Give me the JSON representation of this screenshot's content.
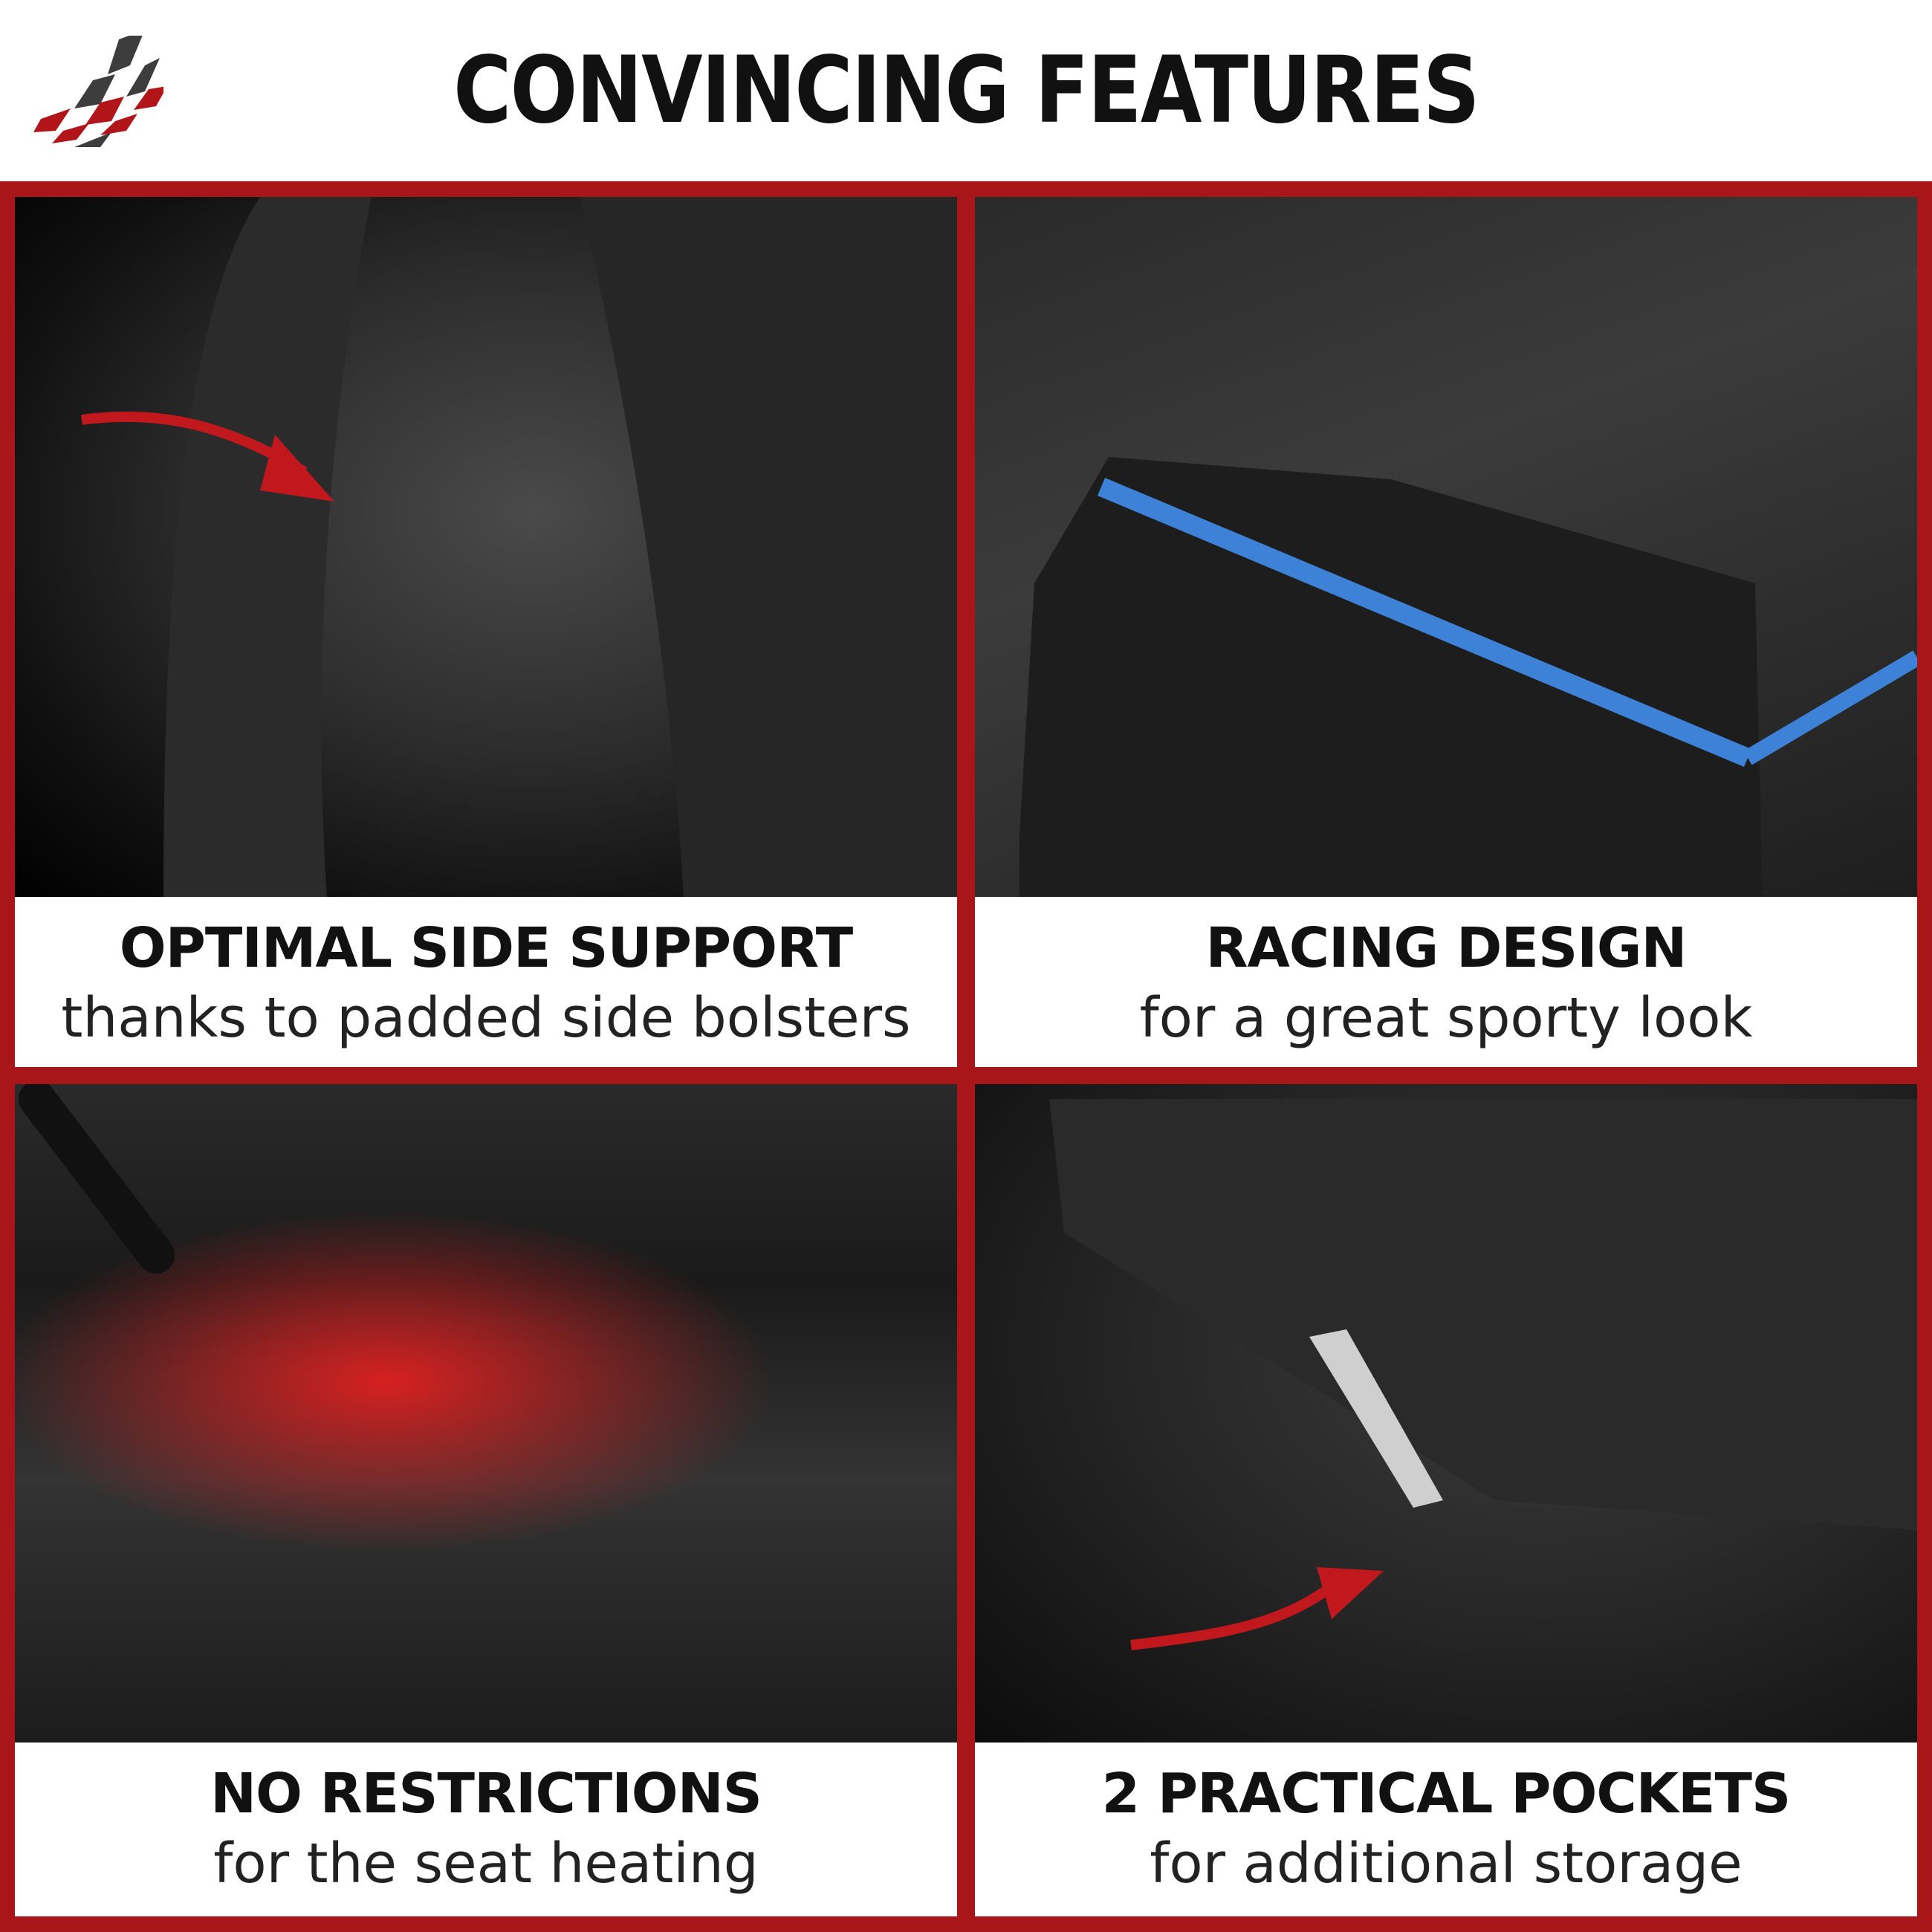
{
  "header": {
    "title": "CONVINCING FEATURES",
    "logo": "checkered-flag-logo"
  },
  "colors": {
    "frame": "#a8161a",
    "accent_blue": "#3d82d6",
    "heat_red": "#d42020"
  },
  "panels": [
    {
      "heading": "OPTIMAL SIDE SUPPORT",
      "subtitle": "thanks to padded side bolsters"
    },
    {
      "heading": "RACING DESIGN",
      "subtitle": "for a great sporty look"
    },
    {
      "heading": "NO RESTRICTIONS",
      "subtitle": "for the seat heating"
    },
    {
      "heading": "2 PRACTICAL POCKETS",
      "subtitle": "for additional storage"
    }
  ]
}
